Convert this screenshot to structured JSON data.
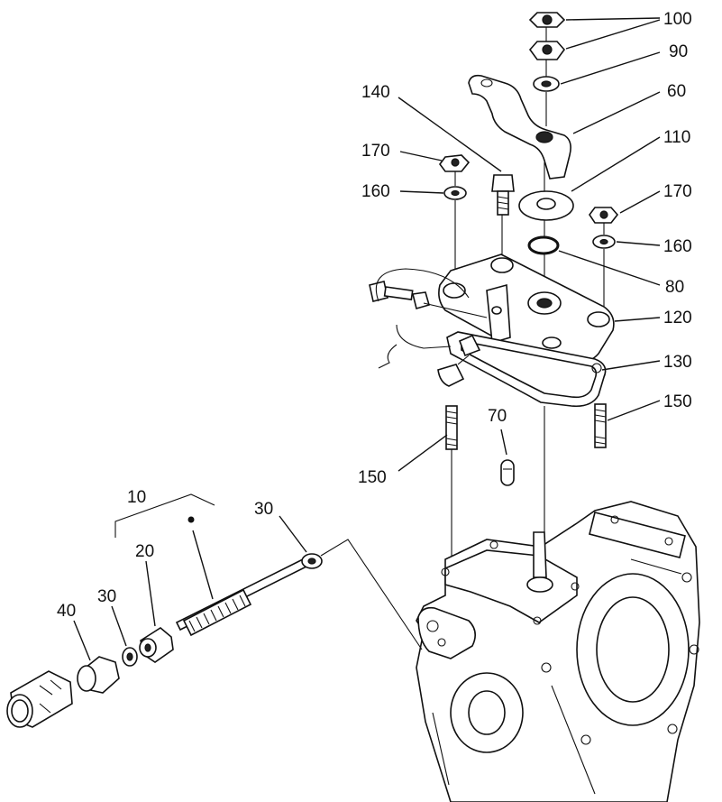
{
  "callouts": [
    "100",
    "90",
    "60",
    "140",
    "170",
    "110",
    "160",
    "170",
    "160",
    "80",
    "120",
    "130",
    "150",
    "70",
    "150",
    "10",
    "30",
    "20",
    "30",
    "40"
  ]
}
